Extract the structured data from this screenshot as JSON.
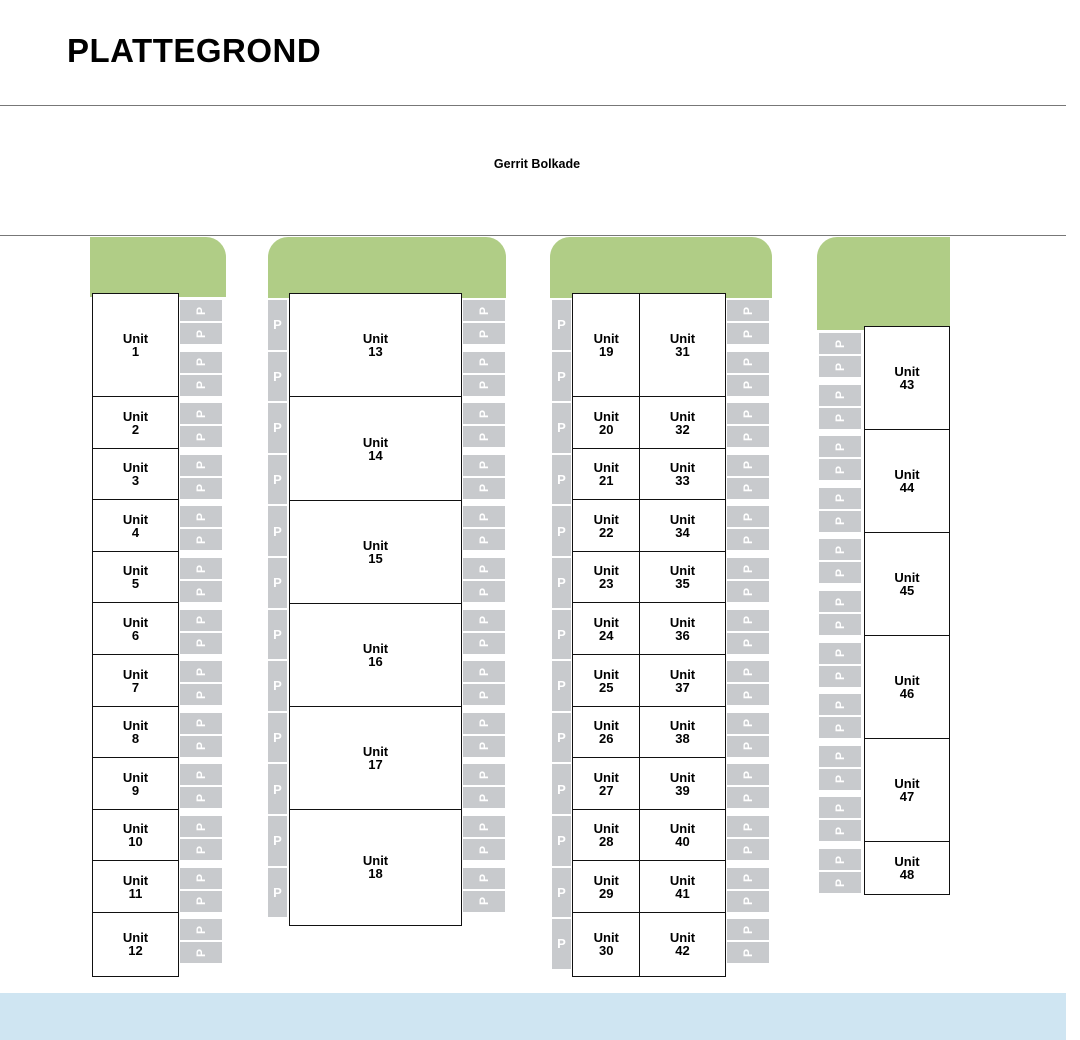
{
  "header": {
    "title": "PLATTEGROND"
  },
  "street": {
    "name": "Gerrit Bolkade"
  },
  "unit_prefix": "Unit",
  "parking_label": "P",
  "colors": {
    "green": "#b0cd86",
    "parking": "#c8cacd",
    "water": "#cfe5f2",
    "unit_border": "#111111"
  },
  "blocks": [
    {
      "name": "block-a",
      "units": [
        "1",
        "2",
        "3",
        "4",
        "5",
        "6",
        "7",
        "8",
        "9",
        "10",
        "11",
        "12"
      ]
    },
    {
      "name": "block-b",
      "units": [
        "13",
        "14",
        "15",
        "16",
        "17",
        "18"
      ]
    },
    {
      "name": "block-c-left",
      "units": [
        "19",
        "20",
        "21",
        "22",
        "23",
        "24",
        "25",
        "26",
        "27",
        "28",
        "29",
        "30"
      ]
    },
    {
      "name": "block-c-right",
      "units": [
        "31",
        "32",
        "33",
        "34",
        "35",
        "36",
        "37",
        "38",
        "39",
        "40",
        "41",
        "42"
      ]
    },
    {
      "name": "block-d",
      "units": [
        "43",
        "44",
        "45",
        "46",
        "47",
        "48"
      ]
    }
  ]
}
